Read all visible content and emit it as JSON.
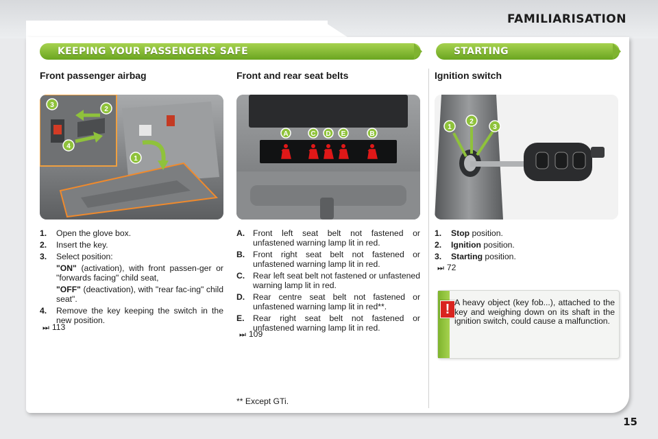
{
  "header": {
    "title": "FAMILIARISATION"
  },
  "banners": {
    "left": "KEEPING YOUR PASSENGERS SAFE",
    "right": "STARTING"
  },
  "airbag": {
    "title": "Front passenger airbag",
    "callouts": [
      "1",
      "2",
      "3",
      "4"
    ],
    "items": [
      {
        "num": "1.",
        "text": "Open the glove box."
      },
      {
        "num": "2.",
        "text": "Insert the key."
      },
      {
        "num": "3.",
        "text": "Select position:"
      }
    ],
    "on_label": "\"ON\"",
    "on_text": " (activation), with front passen-ger or \"forwards facing\" child seat,",
    "off_label": "\"OFF\"",
    "off_text": " (deactivation), with \"rear fac-ing\" child seat\".",
    "item4": {
      "num": "4.",
      "text": "Remove the key keeping the switch in the new position."
    },
    "ref": "113"
  },
  "seatbelts": {
    "title": "Front and rear seat belts",
    "callouts": [
      "A",
      "C",
      "D",
      "E",
      "B"
    ],
    "items": [
      {
        "num": "A.",
        "text": "Front left seat belt not fastened or unfastened warning lamp lit in red."
      },
      {
        "num": "B.",
        "text": "Front right seat belt not fastened or unfastened warning lamp lit in red."
      },
      {
        "num": "C.",
        "text": "Rear left seat belt not fastened or unfastened warning lamp lit in red."
      },
      {
        "num": "D.",
        "text": "Rear centre seat belt not fastened or unfastened warning lamp lit in red**."
      },
      {
        "num": "E.",
        "text": "Rear right seat belt not fastened or unfastened warning lamp lit in red."
      }
    ],
    "ref": "109",
    "footnote": "** Except GTi."
  },
  "ignition": {
    "title": "Ignition switch",
    "callouts": [
      "1",
      "2",
      "3"
    ],
    "items": [
      {
        "num": "1.",
        "bold": "Stop",
        "text": " position."
      },
      {
        "num": "2.",
        "bold": "Ignition",
        "text": " position."
      },
      {
        "num": "3.",
        "bold": "Starting",
        "text": " position."
      }
    ],
    "ref": "72",
    "warning": "A heavy object (key fob...), attached to the key and weighing down on its shaft in the ignition switch, could cause a malfunction."
  },
  "page_number": "15",
  "icons": {
    "ref_arrow": "fast-forward-icon",
    "warning": "exclamation-icon",
    "belt": "seatbelt-warning-icon"
  },
  "colors": {
    "banner_green": "#8fc23b",
    "warning_red": "#d9241f",
    "lamp_red": "#e01818"
  }
}
